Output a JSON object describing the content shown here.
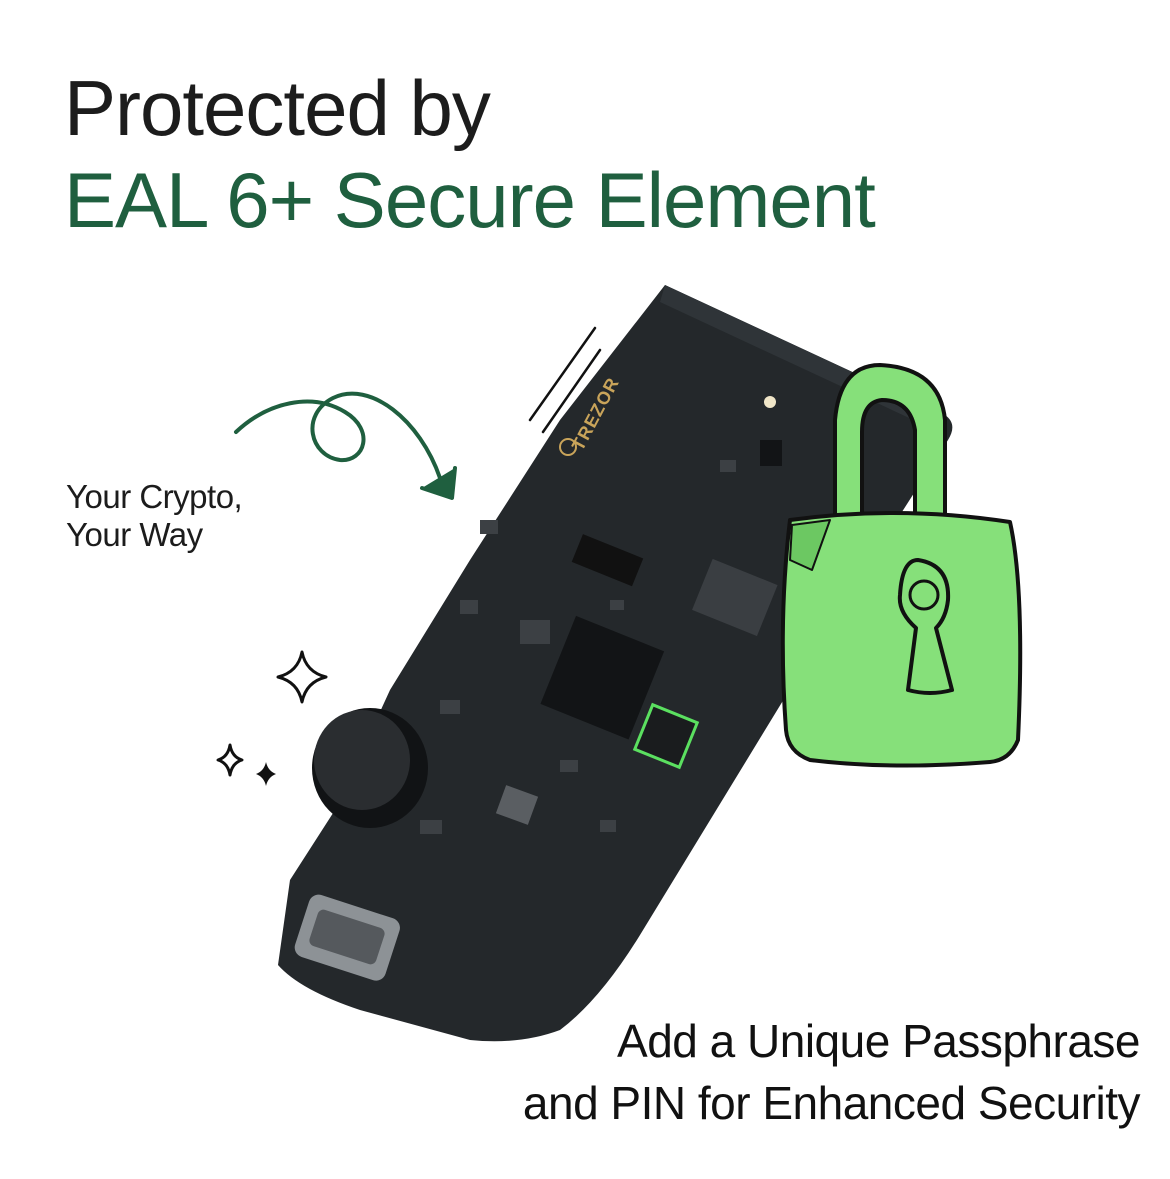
{
  "headline": {
    "line1": "Protected by",
    "line2": "EAL 6+ Secure Element"
  },
  "tagline": {
    "line1": "Your Crypto,",
    "line2": "Your Way"
  },
  "board": {
    "brand": "TREZOR"
  },
  "footer": {
    "line1": "Add a Unique Passphrase",
    "line2": "and PIN for Enhanced Security"
  },
  "colors": {
    "headline_accent": "#1f5f3f",
    "arrow": "#1f5f3f",
    "padlock": "#86e07a",
    "board": "#24282b",
    "secure_element_outline": "#5be060"
  },
  "icons": [
    "curly-arrow-icon",
    "sparkle-icon",
    "padlock-icon"
  ]
}
